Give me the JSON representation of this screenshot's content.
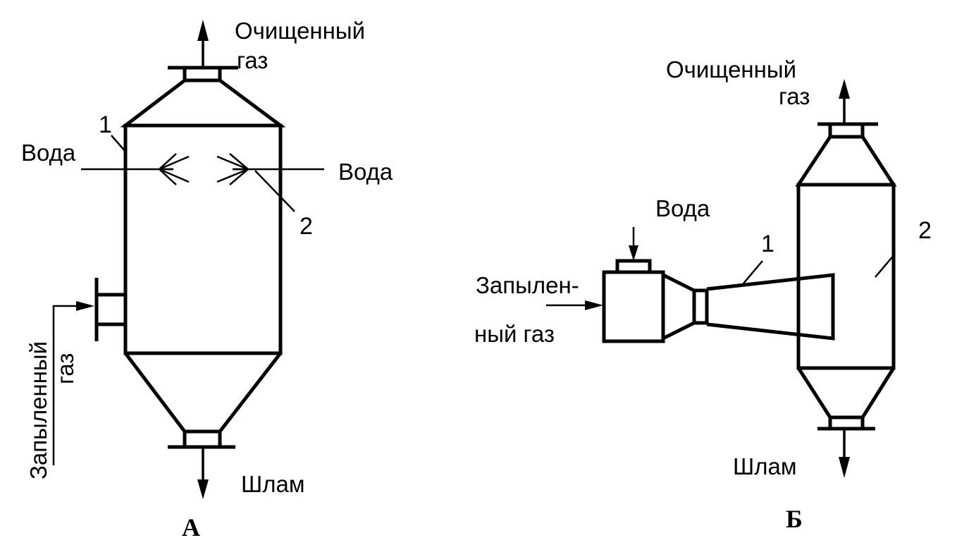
{
  "diagram_a": {
    "caption": "А",
    "out_gas_line1": "Очищенный",
    "out_gas_line2": "газ",
    "water_left": "Вода",
    "water_right": "Вода",
    "dusty_gas_line1": "Запыленный",
    "dusty_gas_line2": "газ",
    "sludge": "Шлам",
    "label_1": "1",
    "label_2": "2"
  },
  "diagram_b": {
    "caption": "Б",
    "out_gas_line1": "Очищенный",
    "out_gas_line2": "газ",
    "water": "Вода",
    "dusty_gas_line1": "Запылен-",
    "dusty_gas_line2": "ный газ",
    "sludge": "Шлам",
    "label_1": "1",
    "label_2": "2"
  }
}
